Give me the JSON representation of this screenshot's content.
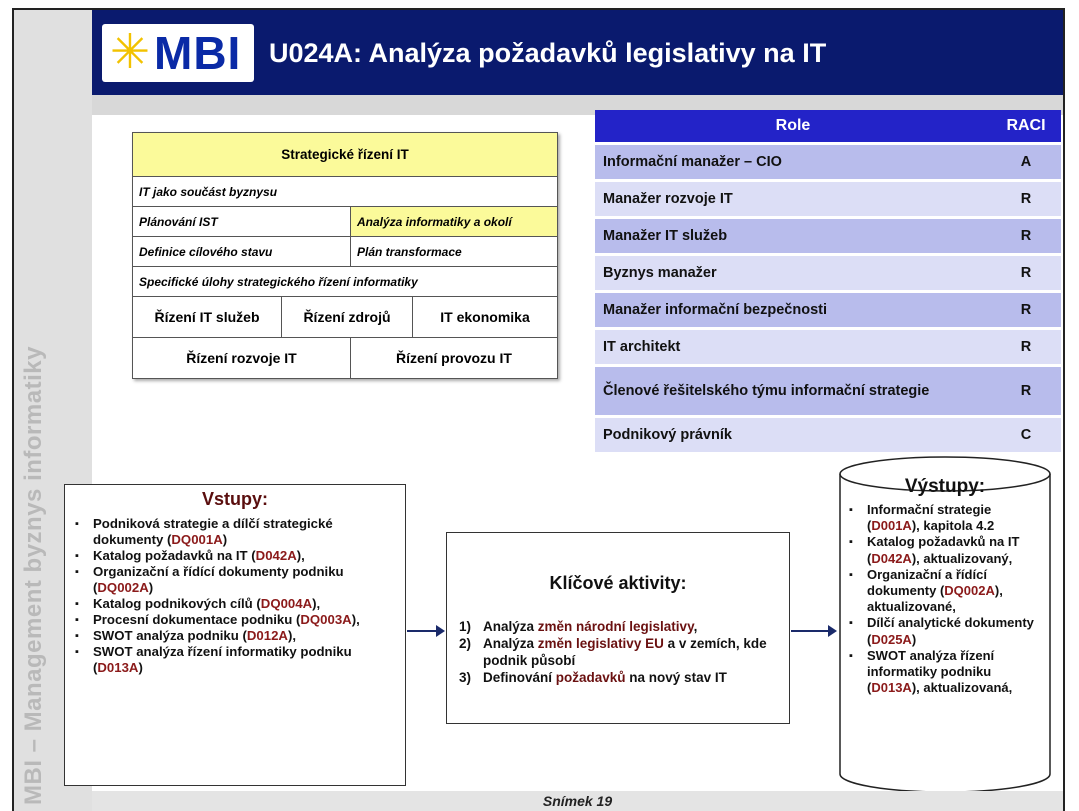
{
  "header": {
    "logo_text": "MBI",
    "title": "U024A: Analýza požadavků legislativy na IT"
  },
  "sidebar_text": "MBI – Management byznys informatiky",
  "strategic": {
    "head": "Strategické řízení IT",
    "row1": "IT jako součást byznysu",
    "row2_left": "Plánování IST",
    "row2_right": "Analýza informatiky a okolí",
    "row3_left": "Definice cílového stavu",
    "row3_right": "Plán transformace",
    "row4": "Specifické úlohy strategického řízení informatiky",
    "row5": [
      "Řízení IT služeb",
      "Řízení  zdrojů",
      "IT ekonomika"
    ],
    "row6": [
      "Řízení rozvoje IT",
      "Řízení provozu IT"
    ]
  },
  "raci": {
    "header_role": "Role",
    "header_raci": "RACI",
    "rows": [
      {
        "role": "Informační manažer – CIO",
        "raci": "A"
      },
      {
        "role": "Manažer rozvoje IT",
        "raci": "R"
      },
      {
        "role": "Manažer IT služeb",
        "raci": "R"
      },
      {
        "role": "Byznys manažer",
        "raci": "R"
      },
      {
        "role": "Manažer informační bezpečnosti",
        "raci": "R"
      },
      {
        "role": "IT architekt",
        "raci": "R"
      },
      {
        "role": "Členové řešitelského týmu informační strategie",
        "raci": "R"
      },
      {
        "role": "Podnikový právník",
        "raci": "C"
      }
    ]
  },
  "vstupy": {
    "title": "Vstupy:",
    "items": [
      {
        "text": "Podniková strategie a dílčí strategické dokumenty (",
        "code": "DQ001A",
        "tail": ")"
      },
      {
        "text": "Katalog požadavků na IT (",
        "code": "D042A",
        "tail": "),"
      },
      {
        "text": "Organizační a řídící dokumenty podniku (",
        "code": "DQ002A",
        "tail": ")"
      },
      {
        "text": "Katalog podnikových cílů (",
        "code": "DQ004A",
        "tail": "),"
      },
      {
        "text": "Procesní dokumentace podniku (",
        "code": "DQ003A",
        "tail": "),"
      },
      {
        "text": "SWOT analýza podniku (",
        "code": "D012A",
        "tail": "),"
      },
      {
        "text": "SWOT analýza řízení informatiky podniku (",
        "code": "D013A",
        "tail": ")"
      }
    ]
  },
  "klicove": {
    "title": "Klíčové aktivity:",
    "items": [
      {
        "num": "1)",
        "pre": "Analýza ",
        "kw": "změn národní legislativy",
        "post": ","
      },
      {
        "num": "2)",
        "pre": "Analýza ",
        "kw": "změn legislativy EU",
        "post": " a v zemích, kde podnik působí"
      },
      {
        "num": "3)",
        "pre": "Definování ",
        "kw": "požadavků",
        "post": " na nový stav IT"
      }
    ]
  },
  "vystupy": {
    "title": "Výstupy:",
    "items": [
      {
        "text": "Informační strategie (",
        "code": "D001A",
        "tail": "), kapitola 4.2"
      },
      {
        "text": "Katalog požadavků na IT (",
        "code": "D042A",
        "tail": "), aktualizovaný,"
      },
      {
        "text": "Organizační a řídící dokumenty (",
        "code": "DQ002A",
        "tail": "), aktualizované,"
      },
      {
        "text": "Dílčí analytické dokumenty (",
        "code": "D025A",
        "tail": ")"
      },
      {
        "text": "SWOT analýza řízení informatiky podniku (",
        "code": "D013A",
        "tail": "), aktualizovaná,"
      }
    ]
  },
  "footer": "Snímek  19"
}
